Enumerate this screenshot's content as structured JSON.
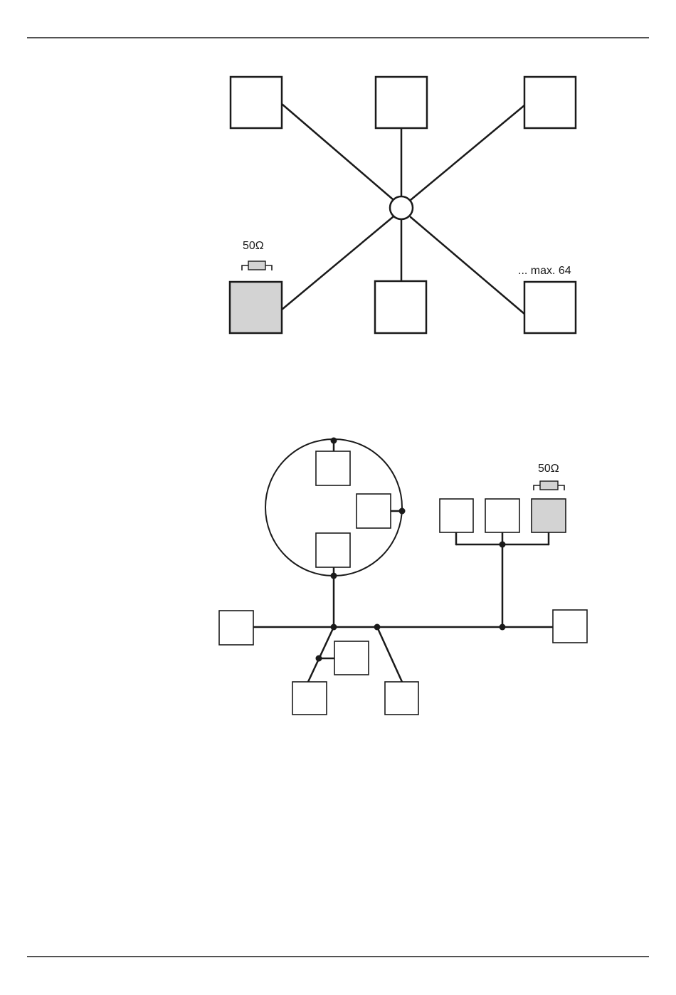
{
  "star_topology": {
    "resistor_label": "50Ω",
    "max_label": "... max. 64"
  },
  "tree_topology": {
    "resistor_label": "50Ω"
  },
  "colors": {
    "line": "#1a1a1a",
    "terminated_node_fill": "#d3d3d3",
    "node_fill": "#ffffff"
  }
}
